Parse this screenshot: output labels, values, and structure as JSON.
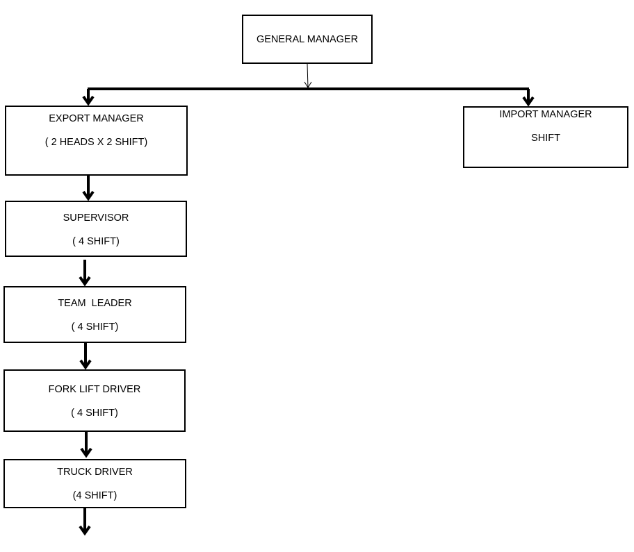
{
  "nodes": {
    "general_manager": {
      "line1": "GENERAL MANAGER"
    },
    "export_manager": {
      "line1": "EXPORT MANAGER",
      "line2": "( 2 HEADS X 2 SHIFT)"
    },
    "import_manager": {
      "line1": "IMPORT MANAGER",
      "line2": "SHIFT"
    },
    "supervisor": {
      "line1": "SUPERVISOR",
      "line2": "( 4 SHIFT)"
    },
    "team_leader": {
      "line1": "TEAM  LEADER",
      "line2": "( 4 SHIFT)"
    },
    "fork_lift_driver": {
      "line1": "FORK LIFT DRIVER",
      "line2": "( 4 SHIFT)"
    },
    "truck_driver": {
      "line1": "TRUCK DRIVER",
      "line2": "(4 SHIFT)"
    }
  },
  "edges": [
    {
      "from": "general_manager",
      "to": "export_manager"
    },
    {
      "from": "general_manager",
      "to": "import_manager"
    },
    {
      "from": "export_manager",
      "to": "supervisor"
    },
    {
      "from": "supervisor",
      "to": "team_leader"
    },
    {
      "from": "team_leader",
      "to": "fork_lift_driver"
    },
    {
      "from": "fork_lift_driver",
      "to": "truck_driver"
    },
    {
      "from": "truck_driver",
      "to": ""
    }
  ]
}
